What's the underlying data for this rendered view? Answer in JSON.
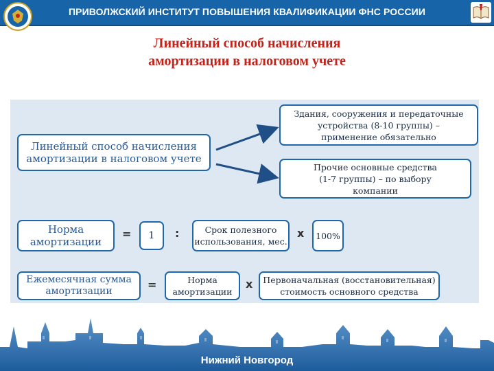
{
  "header": {
    "title": "ПРИВОЛЖСКИЙ ИНСТИТУТ ПОВЫШЕНИЯ КВАЛИФИКАЦИИ ФНС РОССИИ",
    "emblem_icon": "tax-service-emblem-icon",
    "logo_icon": "book-logo-icon"
  },
  "slide": {
    "title_line1": "Линейный способ начисления",
    "title_line2": "амортизации в налоговом учете"
  },
  "diagram": {
    "main_box": {
      "line1": "Линейный способ начисления",
      "line2": "амортизации в налоговом учете"
    },
    "branch_top": {
      "line1": "Здания, сооружения и передаточные",
      "line2": "устройства (8-10 группы) –",
      "line3": "применение обязательно"
    },
    "branch_bottom": {
      "line1": "Прочие основные средства",
      "line2": "(1-7 группы) – по выбору",
      "line3": "компании"
    },
    "formula1": {
      "lhs_line1": "Норма",
      "lhs_line2": "амортизации",
      "equals": "=",
      "one": "1",
      "divide": ":",
      "term_line1": "Срок полезного",
      "term_line2": "использования, мес.",
      "times": "x",
      "percent": "100%"
    },
    "formula2": {
      "lhs_line1": "Ежемесячная сумма",
      "lhs_line2": "амортизации",
      "equals": "=",
      "rate_line1": "Норма",
      "rate_line2": "амортизации",
      "times": "x",
      "cost_line1": "Первоначальная (восстановительная)",
      "cost_line2": "стоимость основного средства"
    }
  },
  "footer": {
    "city": "Нижний Новгород"
  },
  "colors": {
    "header_blue": "#1764a8",
    "title_red": "#c0241b",
    "box_border": "#1f67ab",
    "panel_bg": "#dde8f3",
    "kremlin_blue": "#2f74b5"
  }
}
